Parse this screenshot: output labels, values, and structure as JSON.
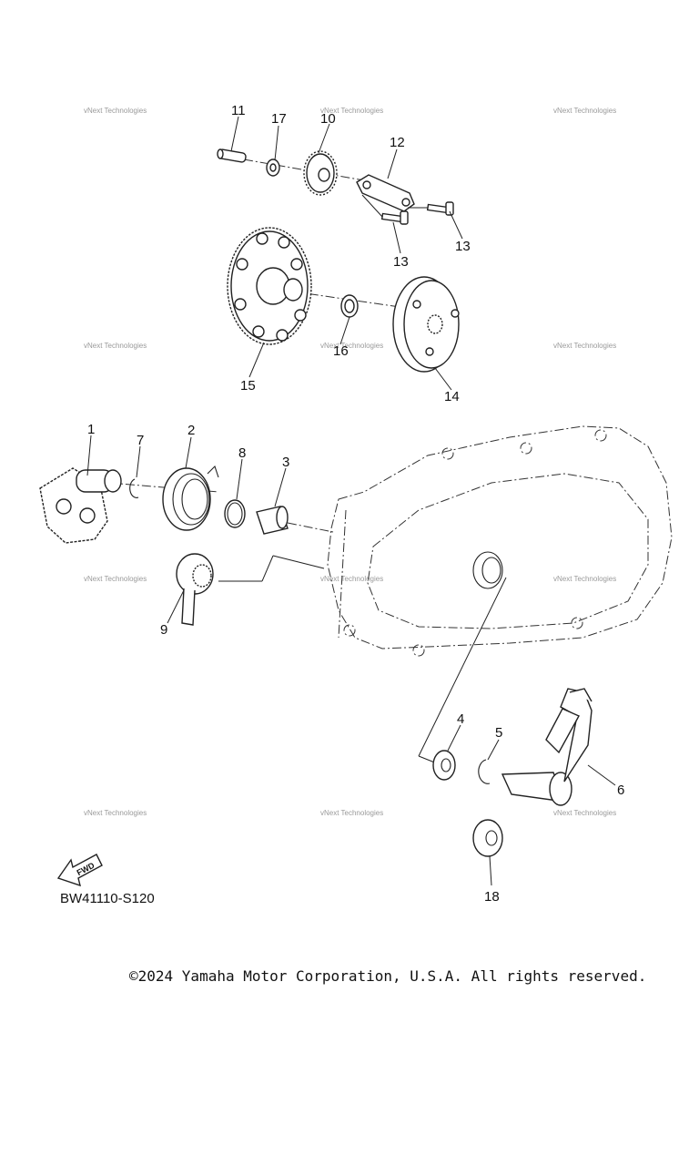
{
  "diagram": {
    "code": "BW41110-S120",
    "fwd_label": "FWD",
    "watermark_text": "vNext Technologies",
    "copyright": "©2024 Yamaha Motor Corporation, U.S.A. All rights reserved.",
    "callouts": {
      "p1": "1",
      "p2": "2",
      "p3": "3",
      "p4": "4",
      "p5": "5",
      "p6": "6",
      "p7": "7",
      "p8": "8",
      "p9": "9",
      "p10": "10",
      "p11": "11",
      "p12": "12",
      "p13a": "13",
      "p13b": "13",
      "p14": "14",
      "p15": "15",
      "p16": "16",
      "p17": "17",
      "p18": "18"
    },
    "colors": {
      "ink": "#222222",
      "watermark": "#777777",
      "background": "#ffffff"
    }
  }
}
